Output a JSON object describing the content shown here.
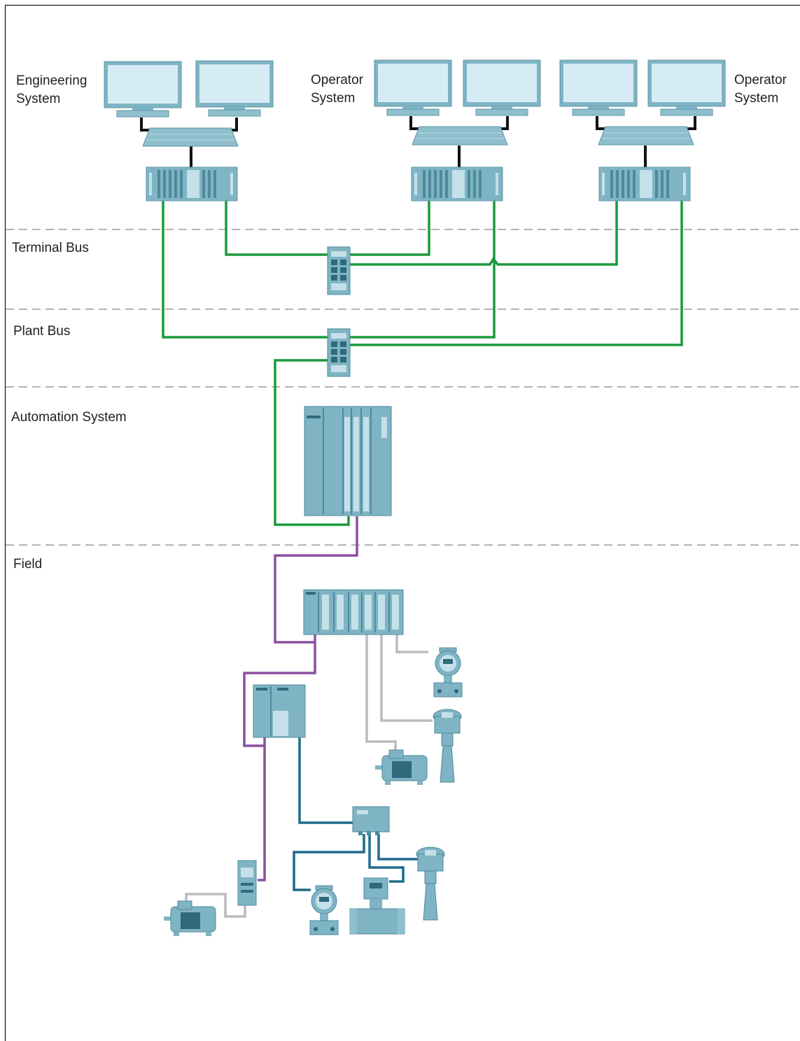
{
  "labels": {
    "engineering_system": [
      "Engineering",
      "System"
    ],
    "operator_system_1": [
      "Operator",
      "System"
    ],
    "operator_system_2": [
      "Operator",
      "System"
    ]
  },
  "zones": {
    "terminal_bus": "Terminal Bus",
    "plant_bus": "Plant Bus",
    "automation_system": "Automation System",
    "field": "Field"
  },
  "colors": {
    "terminal_bus_cable": "#1a9a3c",
    "fieldbus_cable": "#8b4f9e",
    "device_cable": "#1e6b8c",
    "analog_cable": "#b8bcc0",
    "hardware": "#7fb4c4",
    "hardware_light": "#c4e0e8",
    "screen": "#d6ecf4",
    "separator": "#888888"
  },
  "icons": [
    "engineering-pc-icon",
    "operator-pc-icon",
    "industrial-switch-icon",
    "automation-controller-icon",
    "remote-io-icon",
    "coupler-icon",
    "pressure-transmitter-icon",
    "radar-level-icon",
    "motor-icon",
    "flowmeter-icon",
    "field-distributor-icon",
    "motor-starter-icon"
  ]
}
